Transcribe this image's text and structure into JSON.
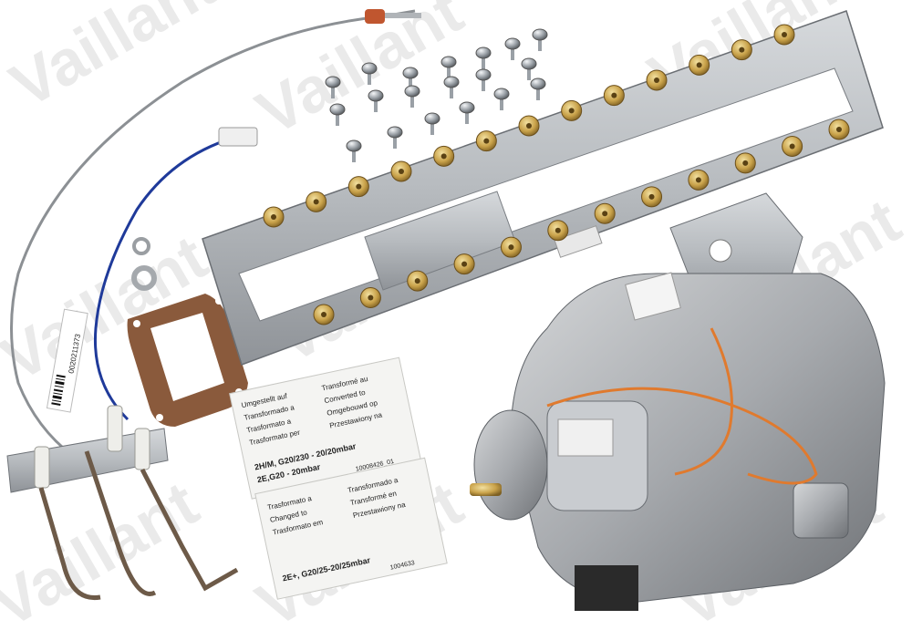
{
  "watermark": {
    "brand": "Vaillant"
  },
  "labels": {
    "label_top": {
      "lines": [
        "Umgestellt auf",
        "Transformé au",
        "Transformado a",
        "Converted to",
        "Trasformato a",
        "Omgebouwd op",
        "Trasformato per",
        "Przestawiony na"
      ],
      "spec_line_1": "2H/M, G20/230 - 20/20mbar",
      "spec_line_2": "2E,G20 - 20mbar",
      "code": "10008426_01"
    },
    "label_bottom": {
      "lines": [
        "Trasformato a",
        "Transformado a",
        "Changed to",
        "Transformé en",
        "Trasformato em",
        "Przestawiony na"
      ],
      "spec_line_1": "2E+, G20/25-20/25mbar",
      "code": "1004633"
    },
    "electrode_barcode": "0020211373"
  },
  "colors": {
    "background": "#ffffff",
    "aluminium": "#b9bdc2",
    "brass": "#c9a24a",
    "valve_body": "#a9acb0",
    "wire_orange": "#e07a2e",
    "wire_blue": "#1f3a9a",
    "gasket": "#8a5a3c"
  }
}
